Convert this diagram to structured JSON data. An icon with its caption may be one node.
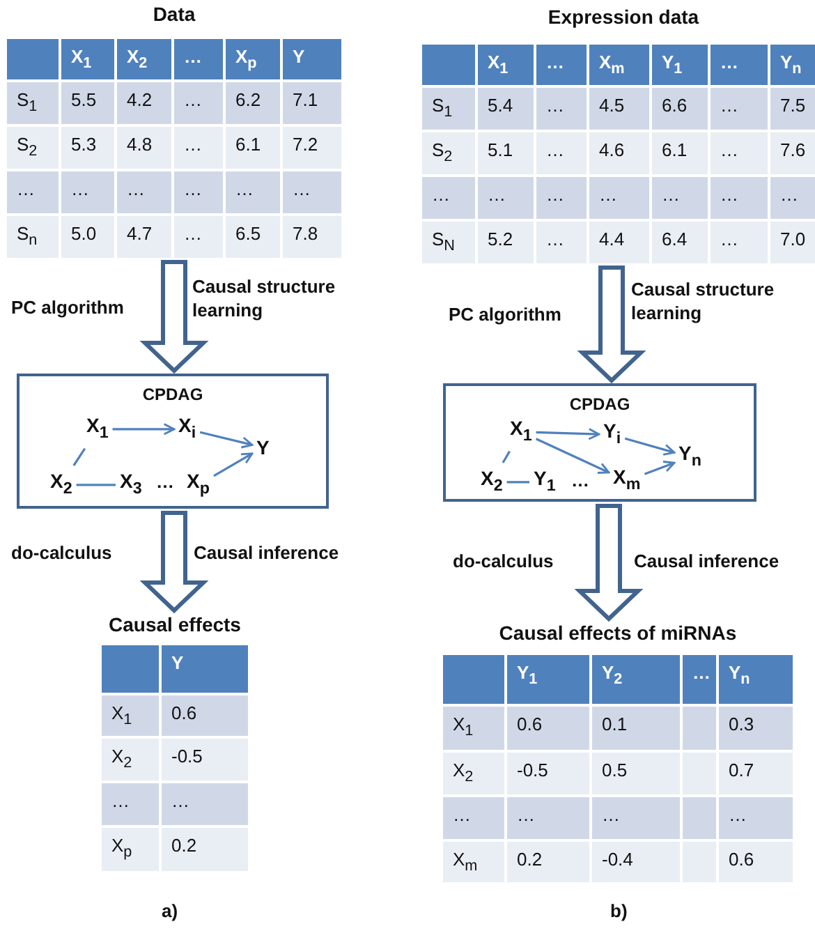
{
  "diagram": {
    "nodes": [
      {
        "text": [
          "Data",
          "X$_{1}$",
          "X$_{2}$",
          "…",
          "X$_{p}$",
          "Y",
          "S$_{1}$",
          "5.5",
          "4.2",
          "…",
          "6.2",
          "7.1",
          "S$_{2}$",
          "5.3",
          "4.8",
          "…",
          "6.1",
          "7.2",
          "…",
          "…",
          "…",
          "…",
          "…",
          "…",
          "S$_{n}$",
          "5.0",
          "4.7",
          "…",
          "6.5",
          "7.8"
        ]
      },
      {
        "text": [
          "CPDAG"
        ]
      },
      {
        "text": [
          "X$_{1}$"
        ],
        "in": 1
      },
      {
        "text": [
          "X$_{i}$"
        ],
        "in": 1
      },
      {
        "text": [
          "Y"
        ],
        "in": 1
      },
      {
        "text": [
          "X$_{2}$"
        ],
        "in": 1
      },
      {
        "text": [
          "X$_{3}$"
        ],
        "in": 1
      },
      {
        "text": [
          "X$_{p}$"
        ],
        "in": 1
      },
      {
        "text": [
          "Causal effects",
          "Y",
          "X$_{1}$",
          "0.6",
          "X$_{2}$",
          "-0.5",
          "…",
          "…",
          "X$_{p}$",
          "0.2"
        ]
      },
      {
        "text": [
          "Expression data",
          "X$_{1}$",
          "…",
          "X$_{m}$",
          "Y$_{1}$",
          "…",
          "Y$_{n}$",
          "S$_{1}$",
          "5.4",
          "…",
          "4.5",
          "6.6",
          "…",
          "7.5",
          "S$_{2}$",
          "5.1",
          "…",
          "4.6",
          "6.1",
          "…",
          "7.6",
          "…",
          "…",
          "…",
          "…",
          "…",
          "…",
          "…",
          "S$_{N}$",
          "5.2",
          "…",
          "4.4",
          "6.4",
          "…",
          "7.0"
        ]
      },
      {
        "text": [
          "CPDAG"
        ]
      },
      {
        "text": [
          "X$_{1}$"
        ],
        "in": 10
      },
      {
        "text": [
          "Y$_{i}$"
        ],
        "in": 10
      },
      {
        "text": [
          "Y$_{n}$"
        ],
        "in": 10
      },
      {
        "text": [
          "X$_{2}$"
        ],
        "in": 10
      },
      {
        "text": [
          "Y$_{1}$"
        ],
        "in": 10
      },
      {
        "text": [
          "X$_{m}$"
        ],
        "in": 10
      },
      {
        "text": [
          "Causal effects of miRNAs",
          "Y$_{1}$",
          "Y$_{2}$",
          "…",
          "Y$_{n}$",
          "X$_{1}$",
          "0.6",
          "0.1",
          "0.3",
          "X$_{2}$",
          "-0.5",
          "0.5",
          "0.7",
          "…",
          "…",
          "…",
          "…",
          "X$_{m}$",
          "0.2",
          "-0.4",
          "0.6"
        ]
      }
    ],
    "edges": [
      {
        "from": 0,
        "to": 1,
        "arrow": "to",
        "style": "thick"
      },
      {
        "from": 2,
        "to": 3,
        "arrow": "to"
      },
      {
        "from": 3,
        "to": 4,
        "arrow": "to"
      },
      {
        "from": 7,
        "to": 4,
        "arrow": "to"
      },
      {
        "from": 2,
        "to": 5,
        "arrow": "none"
      },
      {
        "from": 5,
        "to": 6,
        "arrow": "none"
      },
      {
        "from": 1,
        "to": 8,
        "arrow": "to",
        "style": "thick"
      },
      {
        "from": 9,
        "to": 10,
        "arrow": "to",
        "style": "thick"
      },
      {
        "from": 11,
        "to": 12,
        "arrow": "to"
      },
      {
        "from": 11,
        "to": 16,
        "arrow": "to"
      },
      {
        "from": 12,
        "to": 13,
        "arrow": "to"
      },
      {
        "from": 16,
        "to": 13,
        "arrow": "to"
      },
      {
        "from": 11,
        "to": 14,
        "arrow": "none"
      },
      {
        "from": 14,
        "to": 15,
        "arrow": "none"
      },
      {
        "from": 10,
        "to": 17,
        "arrow": "to",
        "style": "thick"
      }
    ],
    "labels": [
      "PC algorithm",
      "Causal structure learning",
      "…",
      "do-calculus",
      "Causal inference",
      "a)",
      "PC algorithm",
      "Causal structure learning",
      "…",
      "do-calculus",
      "Causal inference",
      "b)"
    ]
  }
}
